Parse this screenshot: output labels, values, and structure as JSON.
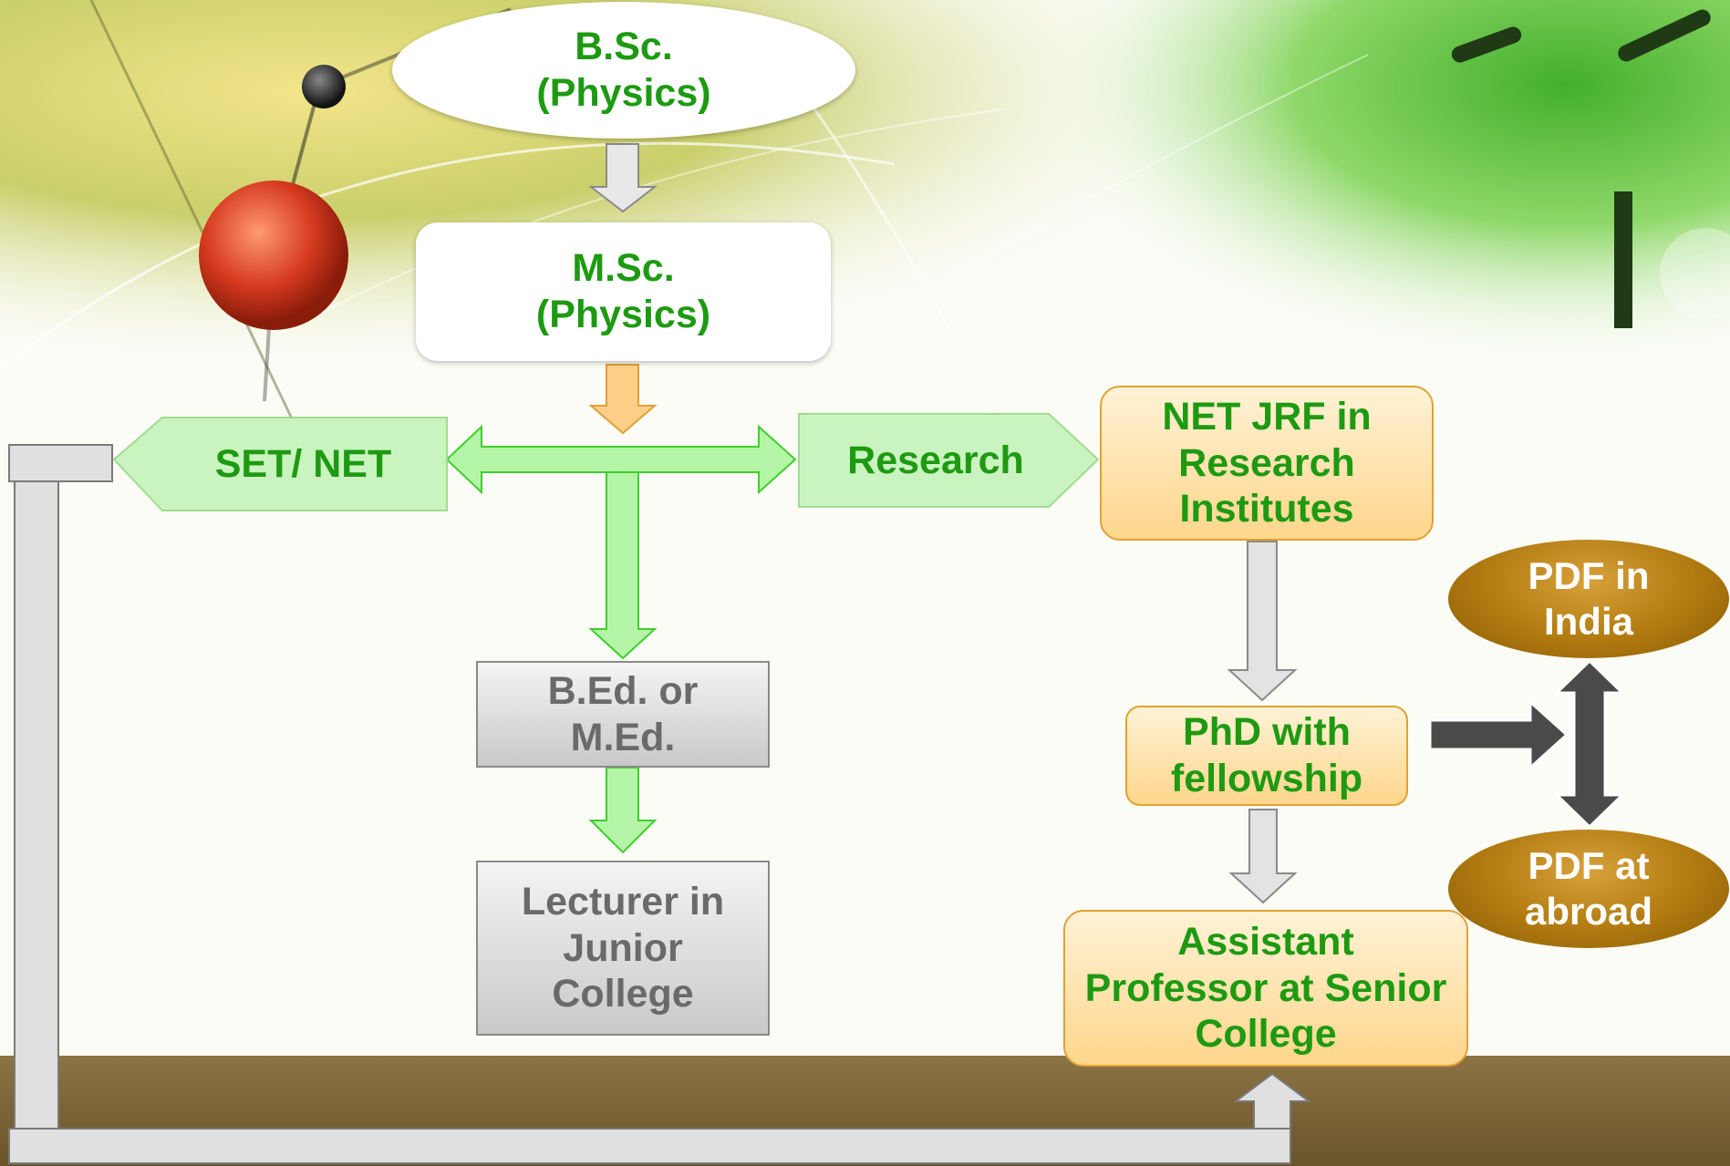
{
  "nodes": {
    "bsc": "B.Sc. (Physics)",
    "msc": "M.Sc. (Physics)",
    "set_net": "SET/ NET",
    "research": "Research",
    "net_jrf": "NET JRF in Research Institutes",
    "bed": "B.Ed. or M.Ed.",
    "lecturer": "Lecturer in Junior College",
    "phd": "PhD with fellowship",
    "pdf_india": "PDF in India",
    "pdf_abroad": "PDF at abroad",
    "asst_prof": "Assistant Professor at Senior College"
  },
  "colors": {
    "label_green": "#1e9a12",
    "label_grey": "#6a6a6a",
    "arrow_green": "#a6f29a",
    "arrow_green_border": "#3fcf2c",
    "arrow_grey": "#e3e3e3",
    "arrow_orange": "#ffcf8a",
    "arrow_dark": "#4a4a4a",
    "oval_gold": "#b07a10",
    "ground_brown": "#7d6536"
  }
}
